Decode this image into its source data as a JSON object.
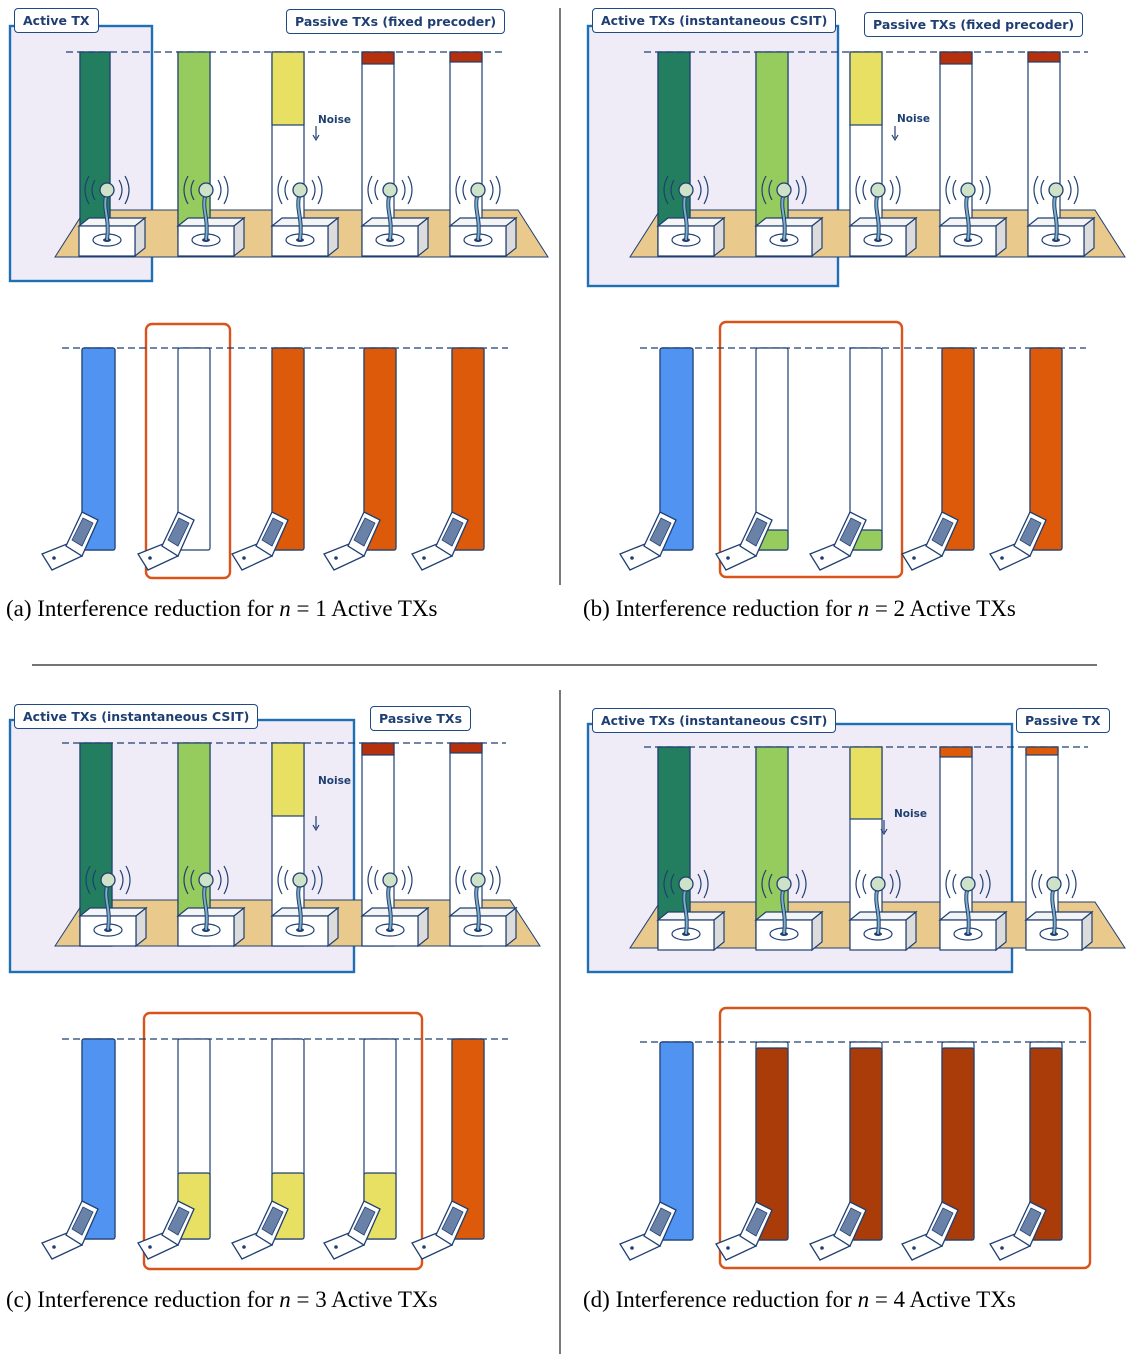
{
  "colors": {
    "active_box": "#1f6fb5",
    "active_fill": "#efecf8",
    "reduced_box": "#d9541a",
    "tx1": "#237e5f",
    "tx2": "#96cc5d",
    "tx3": "#e7e062",
    "tx_passive": "#b5300b",
    "user_signal": "#5193f1",
    "user_interf": "#dc5a09",
    "user_interf_dark": "#a93c09",
    "floor": "#e9c98c",
    "outline": "#1f3f72"
  },
  "panels": [
    {
      "caption": {
        "prefix": "(a) Interference reduction for ",
        "var": "n",
        "eq": " = 1 Active TXs"
      },
      "labels": {
        "active": "Active TX",
        "passive": "Passive TXs (fixed precoder)"
      },
      "noise_label": "Noise"
    },
    {
      "caption": {
        "prefix": "(b) Interference reduction for ",
        "var": "n",
        "eq": " = 2 Active TXs"
      },
      "labels": {
        "active": "Active TXs (instantaneous CSIT)",
        "passive": "Passive TXs (fixed precoder)"
      },
      "noise_label": "Noise"
    },
    {
      "caption": {
        "prefix": "(c) Interference reduction for ",
        "var": "n",
        "eq": " = 3 Active TXs"
      },
      "labels": {
        "active": "Active TXs (instantaneous CSIT)",
        "passive": "Passive TXs"
      },
      "noise_label": "Noise"
    },
    {
      "caption": {
        "prefix": "(d) Interference reduction for ",
        "var": "n",
        "eq": " = 4 Active TXs"
      },
      "labels": {
        "active": "Active TXs (instantaneous CSIT)",
        "passive": "Passive TX"
      },
      "noise_label": "Noise"
    }
  ]
}
